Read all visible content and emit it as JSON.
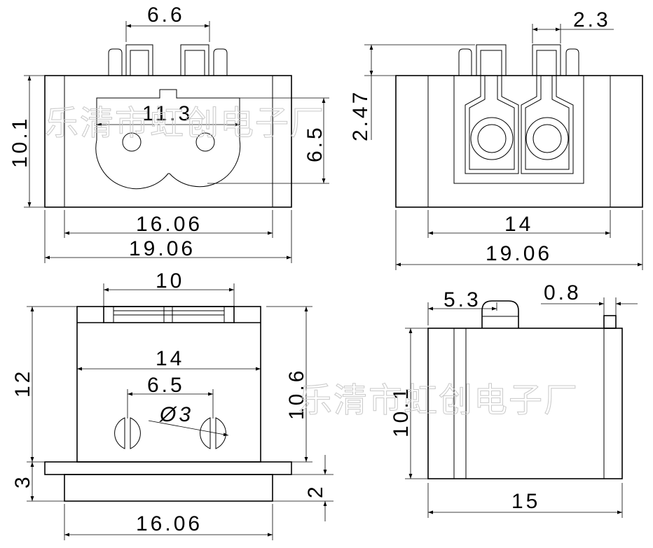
{
  "watermark": "乐清市虹创电子厂",
  "views": {
    "top_left": {
      "d_6_6": "6.6",
      "d_11_3": "11.3",
      "d_10_1": "10.1",
      "d_6_5": "6.5",
      "d_16_06": "16.06",
      "d_19_06": "19.06"
    },
    "top_right": {
      "d_2_3": "2.3",
      "d_2_47": "2.47",
      "d_14": "14",
      "d_19_06": "19.06"
    },
    "bottom_left": {
      "d_10": "10",
      "d_14": "14",
      "d_6_5": "6.5",
      "d_dia3": "Ø3",
      "d_12": "12",
      "d_10_6": "10.6",
      "d_3": "3",
      "d_2": "2",
      "d_16_06": "16.06"
    },
    "bottom_right": {
      "d_5_3": "5.3",
      "d_0_8": "0.8",
      "d_10_1": "10.1",
      "d_15": "15"
    }
  }
}
